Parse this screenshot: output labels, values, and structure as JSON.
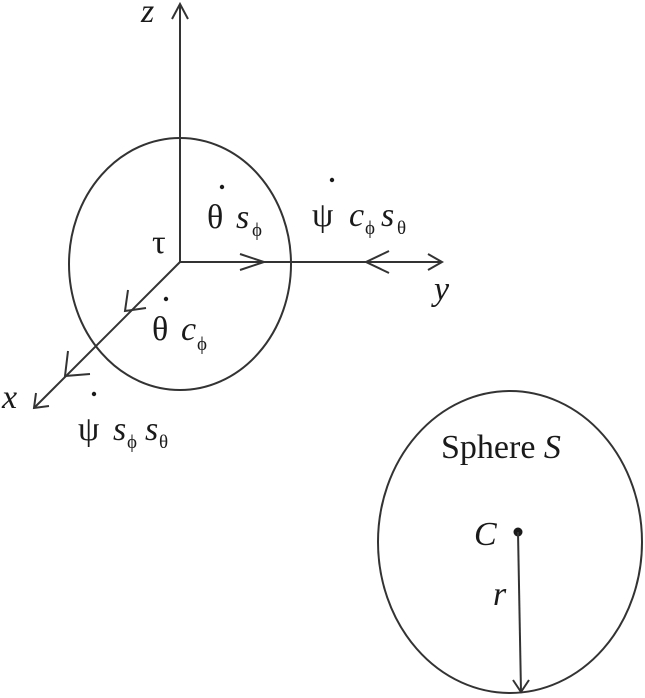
{
  "axes": {
    "z_label": "z",
    "y_label": "y",
    "x_label": "x",
    "origin_label": "τ"
  },
  "terms": {
    "theta_dot_s_phi": {
      "base": "θ",
      "letter": "s",
      "sub": "ϕ"
    },
    "psi_dot_c_phi_s_theta": {
      "base": "ψ",
      "letter1": "c",
      "sub1": "ϕ",
      "letter2": "s",
      "sub2": "θ"
    },
    "theta_dot_c_phi": {
      "base": "θ",
      "letter": "c",
      "sub": "ϕ"
    },
    "psi_dot_s_phi_s_theta": {
      "base": "ψ",
      "letter1": "s",
      "sub1": "ϕ",
      "letter2": "s",
      "sub2": "θ"
    }
  },
  "sphere": {
    "label_text": "Sphere ",
    "label_symbol": "S",
    "center_label": "C",
    "radius_label": "r"
  }
}
